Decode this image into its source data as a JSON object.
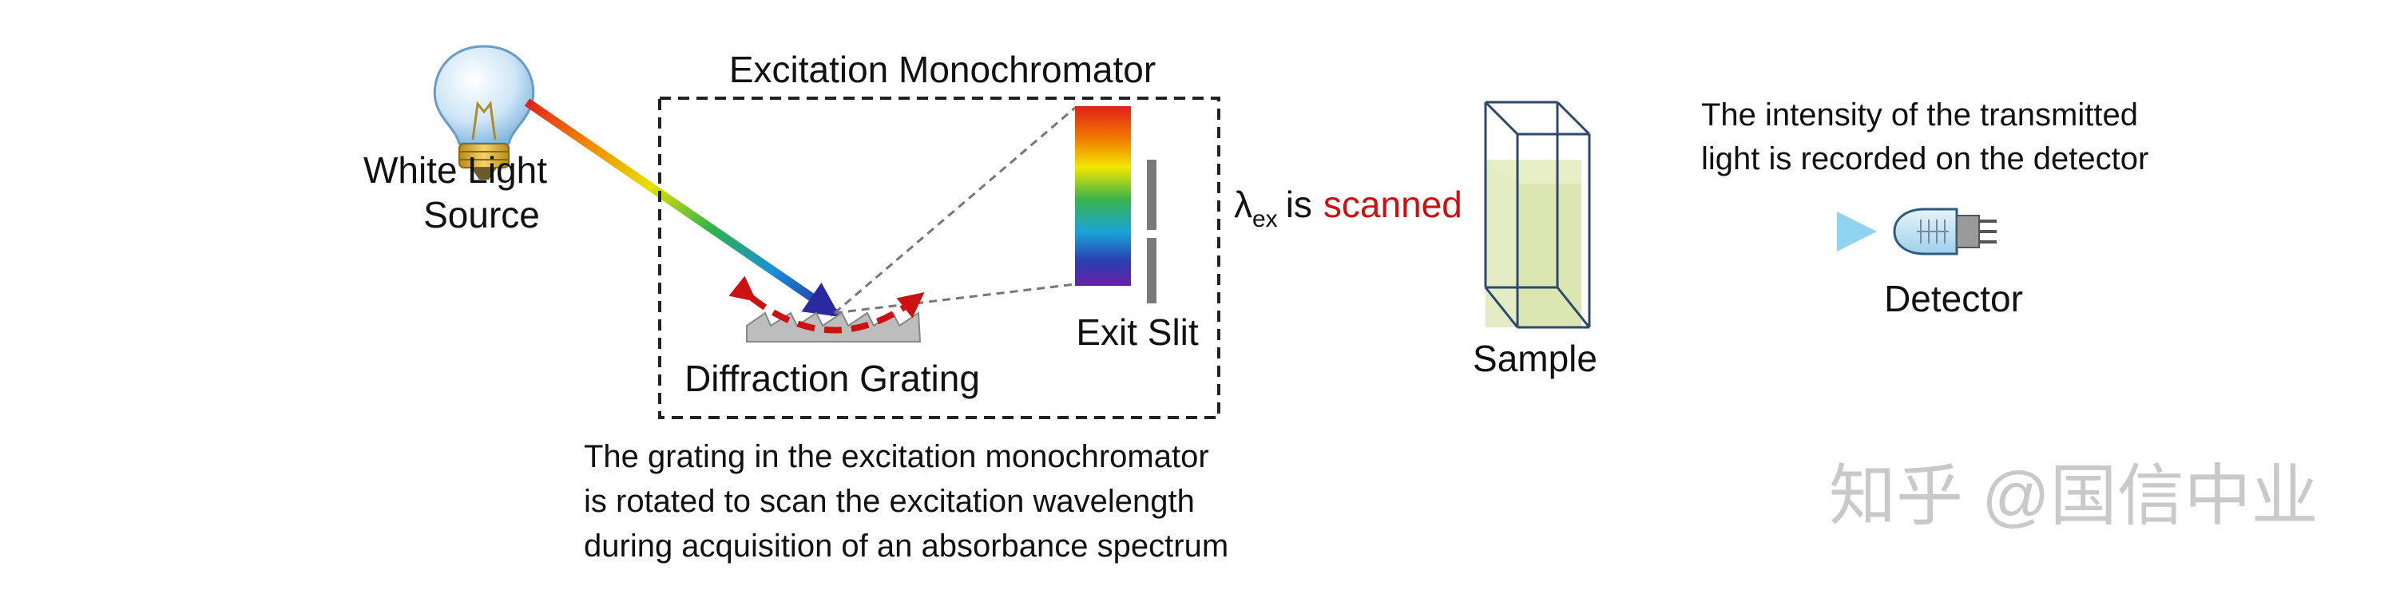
{
  "diagram": {
    "source_label_line1": "White Light",
    "source_label_line2": "Source",
    "monochromator_title": "Excitation Monochromator",
    "grating_label": "Diffraction Grating",
    "exit_slit_label": "Exit Slit",
    "lambda_symbol": "λ",
    "lambda_subscript": "ex",
    "scanned_prefix": "is",
    "scanned_word": "scanned",
    "sample_label": "Sample",
    "detector_note_line1": "The intensity of the transmitted",
    "detector_note_line2": "light is recorded on the detector",
    "detector_label": "Detector",
    "grating_note_line1": "The grating in the excitation monochromator",
    "grating_note_line2": "is rotated to scan the excitation wavelength",
    "grating_note_line3": "during acquisition of an absorbance spectrum",
    "watermark": "知乎 @国信中业"
  },
  "colors": {
    "scanned_text": "#cc1111",
    "beam": "#29a8e0",
    "beam_light": "#8fd3f0",
    "rotation_arrow": "#cc1111",
    "dashed_box": "#222222",
    "cuvette_fill": "#dfe9b8",
    "cuvette_edge": "#2c4a6b",
    "watermark": "#c9c9c9"
  },
  "icons": {
    "light_bulb": "light-bulb-icon",
    "detector": "detector-icon"
  }
}
